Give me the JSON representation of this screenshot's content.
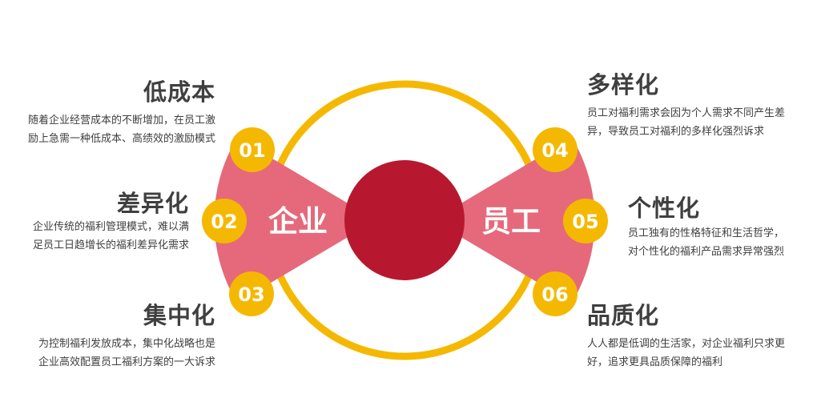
{
  "colors": {
    "ring": "#f5b800",
    "wing": "#e5697b",
    "center": "#b8182f",
    "badge": "#f5b800",
    "text": "#3f3f3f"
  },
  "center": {
    "left_label": "企业",
    "right_label": "员工"
  },
  "items": [
    {
      "num": "01",
      "title": "低成本",
      "desc": [
        "随着企业经营成本的不断增加，在员工激",
        "励上急需一种低成本、高绩效的激励模式"
      ]
    },
    {
      "num": "02",
      "title": "差异化",
      "desc": [
        "企业传统的福利管理模式，难以满",
        "足员工日趋增长的福利差异化需求"
      ]
    },
    {
      "num": "03",
      "title": "集中化",
      "desc": [
        "为控制福利发放成本，集中化战略也是",
        "企业高效配置员工福利方案的一大诉求"
      ]
    },
    {
      "num": "04",
      "title": "多样化",
      "desc": [
        "员工对福利需求会因为个人需求不同产生差",
        "异，导致员工对福利的多样化强烈诉求"
      ]
    },
    {
      "num": "05",
      "title": "个性化",
      "desc": [
        "员工独有的性格特征和生活哲学，",
        "对个性化的福利产品需求异常强烈"
      ]
    },
    {
      "num": "06",
      "title": "品质化",
      "desc": [
        "人人都是低调的生活家，对企业福利只求更",
        "好，追求更具品质保障的福利"
      ]
    }
  ]
}
